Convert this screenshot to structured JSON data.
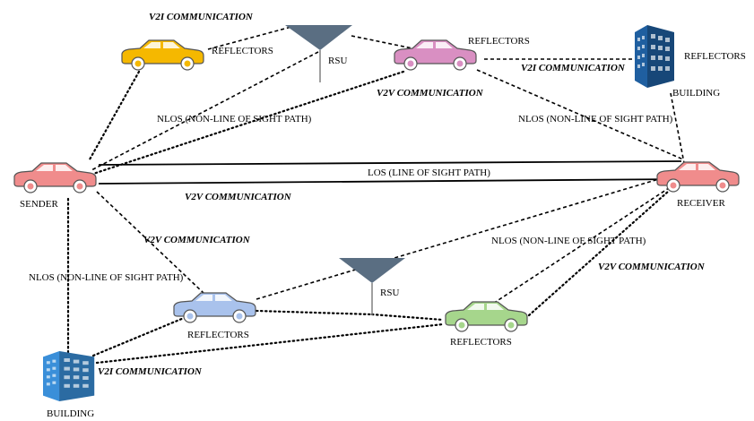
{
  "labels": {
    "v2i_top": "V2I COMMUNICATION",
    "reflectors_yellow": "REFLECTORS",
    "rsu_top": "RSU",
    "reflectors_pink": "REFLECTORS",
    "v2i_right": "V2I COMMUNICATION",
    "reflectors_building_top": "REFLECTORS",
    "building_top": "BUILDING",
    "v2v_pink": "V2V COMMUNICATION",
    "nlos_left_top": "NLOS (NON-LINE OF SIGHT PATH)",
    "nlos_right_top": "NLOS (NON-LINE OF SIGHT PATH)",
    "los": "LOS (LINE OF SIGHT PATH)",
    "v2v_middle": "V2V COMMUNICATION",
    "sender": "SENDER",
    "receiver": "RECEIVER",
    "v2v_left": "V2V COMMUNICATION",
    "nlos_right_bottom": "NLOS (NON-LINE OF SIGHT PATH)",
    "v2v_right": "V2V COMMUNICATION",
    "nlos_left_bottom": "NLOS (NON-LINE OF SIGHT PATH)",
    "rsu_bottom": "RSU",
    "reflectors_blue": "REFLECTORS",
    "reflectors_green": "REFLECTORS",
    "v2i_bottom": "V2I COMMUNICATION",
    "building_bottom": "BUILDING"
  },
  "colors": {
    "yellow_car": "#f5b800",
    "pink_car": "#d98fc2",
    "red_car": "#f08c8c",
    "blue_car": "#a9c2ec",
    "green_car": "#a6d68c",
    "rsu": "#5a6e82",
    "building_top": "#1f5fa0",
    "building_bottom": "#3a8fd9"
  }
}
